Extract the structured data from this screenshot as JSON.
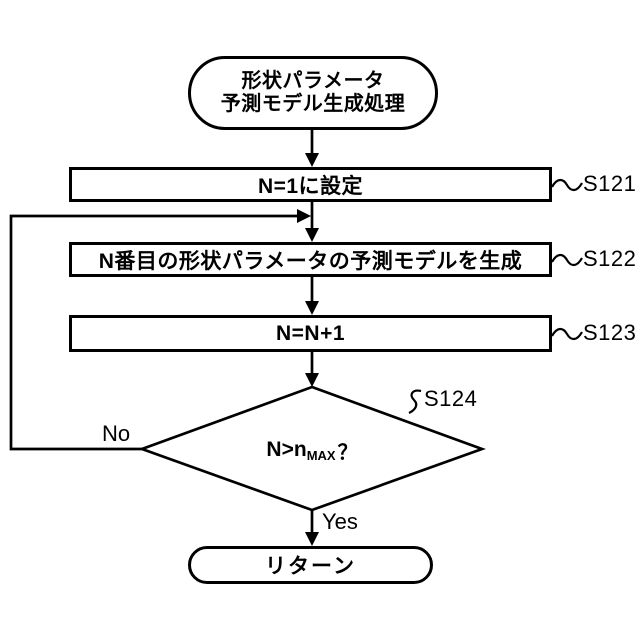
{
  "diagram": {
    "colors": {
      "line": "#000000",
      "background": "#ffffff"
    },
    "start_terminal": {
      "line1": "形状パラメータ",
      "line2": "予測モデル生成処理"
    },
    "steps": [
      {
        "id": "S121",
        "text": "N=1に設定"
      },
      {
        "id": "S122",
        "text": "N番目の形状パラメータの予測モデルを生成"
      },
      {
        "id": "S123",
        "text": "N=N+1"
      }
    ],
    "decision": {
      "id": "S124",
      "text_main": "N>n",
      "text_sub": "MAX",
      "text_suffix": "？"
    },
    "branch_labels": {
      "no": "No",
      "yes": "Yes"
    },
    "end_terminal": {
      "text": "リターン"
    }
  }
}
